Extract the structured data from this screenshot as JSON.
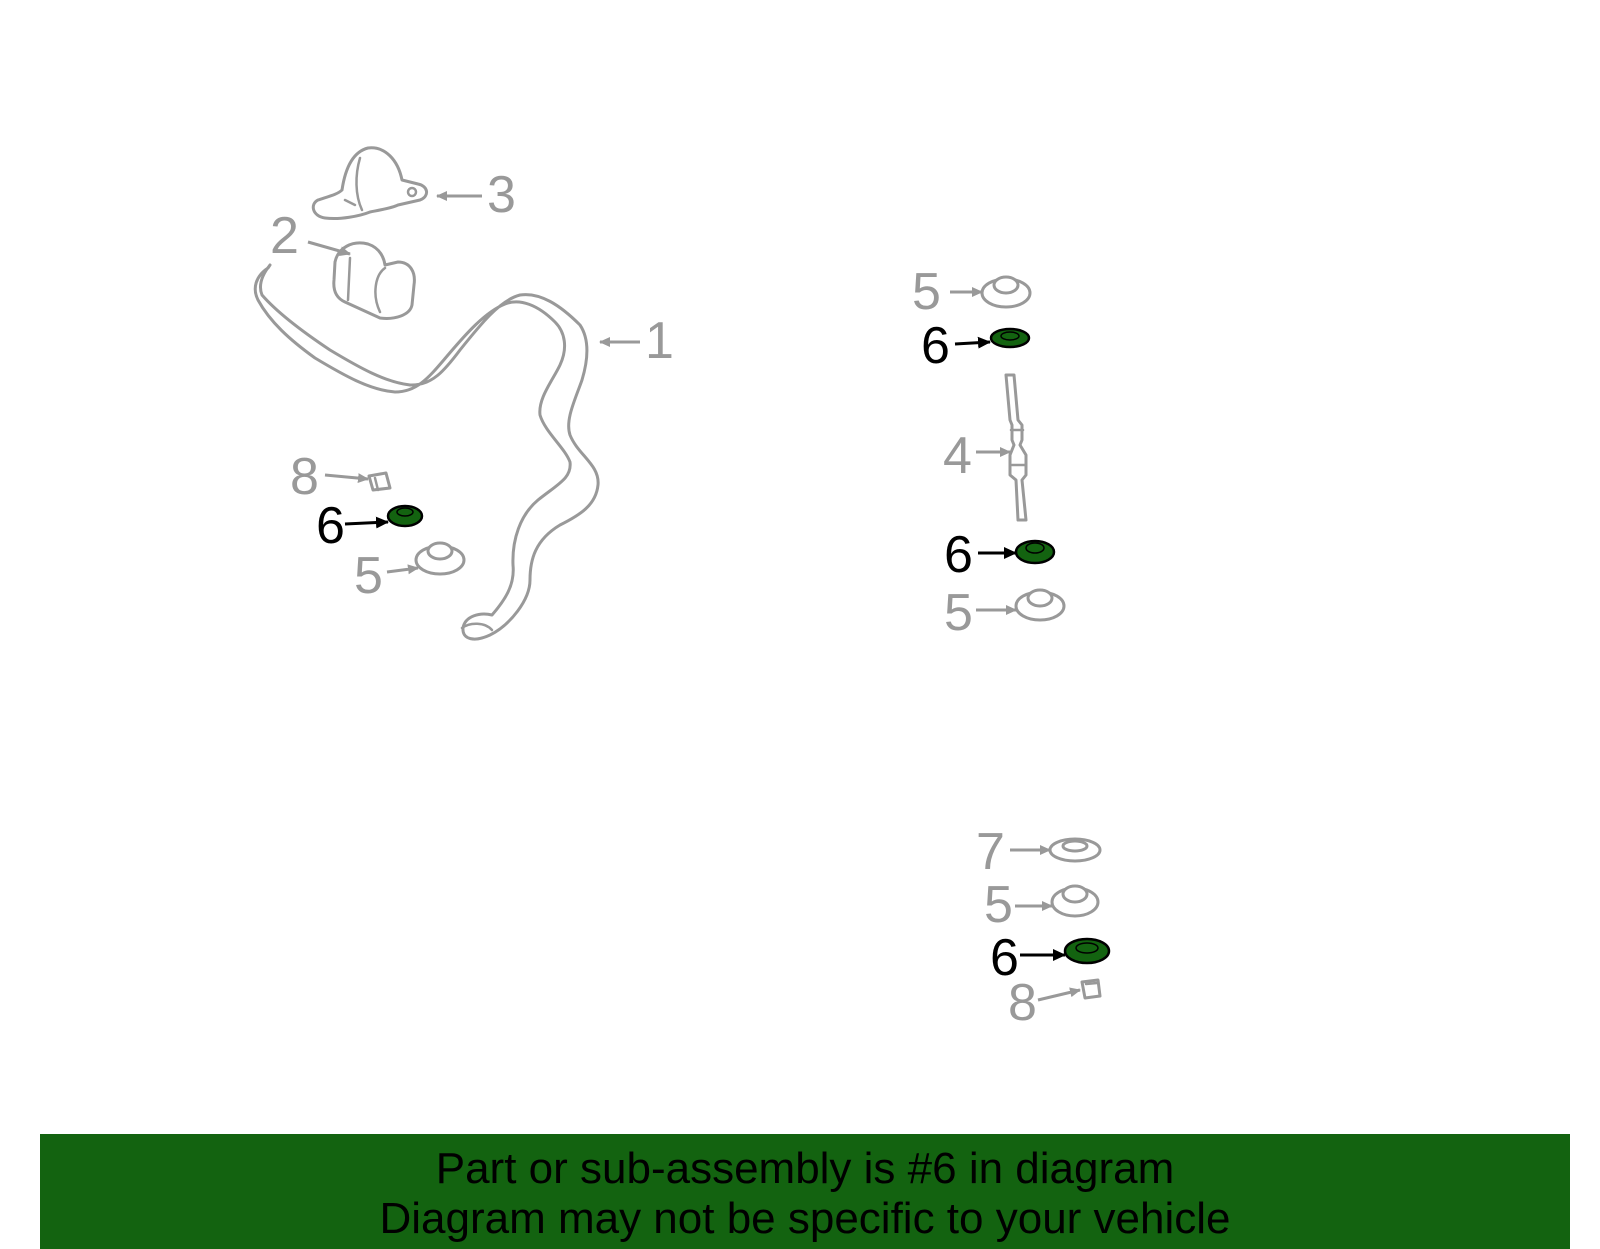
{
  "callouts": {
    "c1": "1",
    "c2": "2",
    "c3": "3",
    "c4": "4",
    "c5a": "5",
    "c5b": "5",
    "c5c": "5",
    "c5d": "5",
    "c6a": "6",
    "c6b": "6",
    "c6c": "6",
    "c6d": "6",
    "c7": "7",
    "c8a": "8",
    "c8b": "8"
  },
  "colors": {
    "highlight": "#136310",
    "muted": "#999999",
    "active": "#000000",
    "banner": "#136310"
  },
  "banner": {
    "line1": "Part or sub-assembly is #6 in diagram",
    "line2": "Diagram may not be specific to your vehicle"
  }
}
